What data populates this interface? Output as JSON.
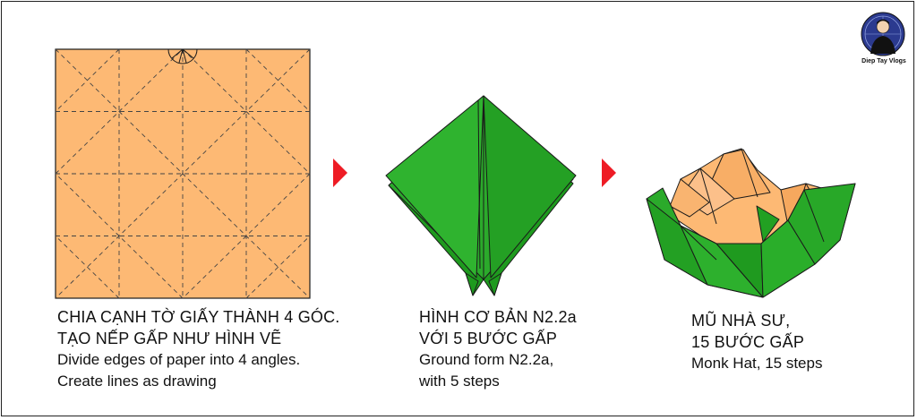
{
  "logo": {
    "text": "Diep Tay Vlogs"
  },
  "steps": [
    {
      "vi_line1": "CHIA CẠNH TỜ GIẤY THÀNH 4 GÓC.",
      "vi_line2": "TẠO NẾP GẤP NHƯ HÌNH VẼ",
      "en_line1": "Divide edges of paper into 4 angles.",
      "en_line2": "Create lines as drawing"
    },
    {
      "vi_line1": "HÌNH CƠ BẢN N2.2a",
      "vi_line2": "VỚI 5 BƯỚC GẤP",
      "en_line1": "Ground form N2.2a,",
      "en_line2": "with 5 steps"
    },
    {
      "vi_line1": "MŨ NHÀ SƯ,",
      "vi_line2": "15 BƯỚC GẤP",
      "en_line1": "Monk Hat, 15 steps",
      "en_line2": ""
    }
  ],
  "colors": {
    "paper_orange": "#FDB974",
    "paper_green": "#2BAA2B",
    "arrow_red": "#EE1C25",
    "line": "#1a1a1a"
  },
  "icons": [
    "arrow-right-icon",
    "arrow-right-icon",
    "avatar-logo-icon"
  ]
}
